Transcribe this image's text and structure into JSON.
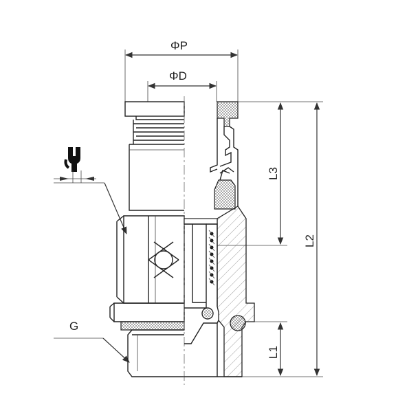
{
  "labels": {
    "outer_diameter": "ΦP",
    "tube_diameter": "ΦD",
    "height_l3": "L3",
    "height_l2": "L2",
    "height_l1": "L1",
    "thread": "G"
  },
  "icons": {
    "wrench": "wrench-icon"
  }
}
